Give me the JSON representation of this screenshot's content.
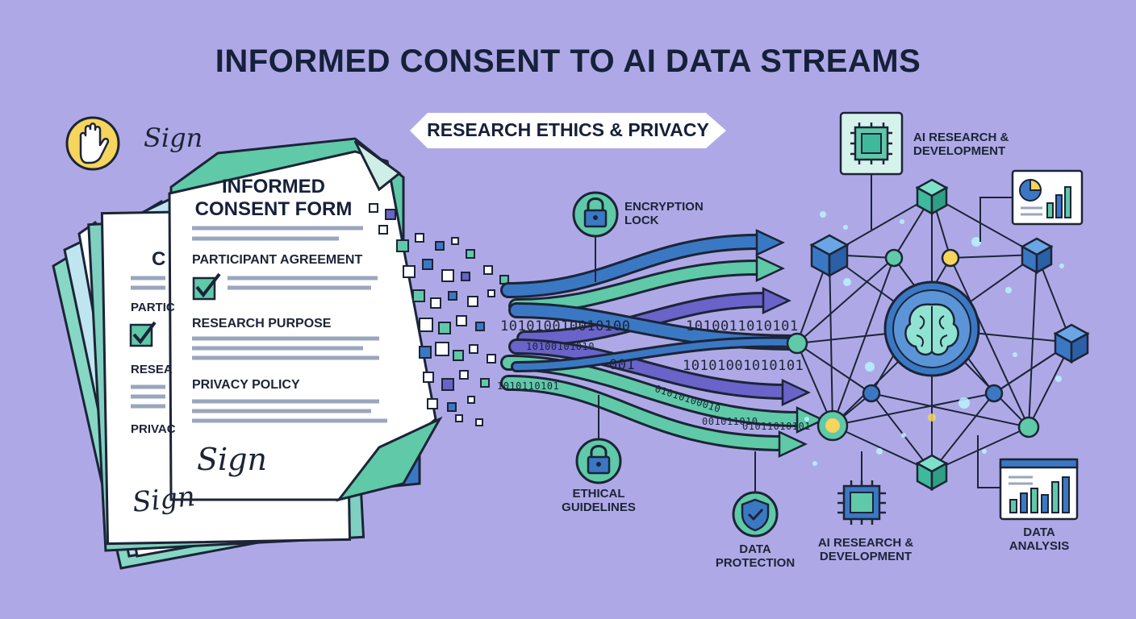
{
  "title": "INFORMED CONSENT TO AI DATA STREAMS",
  "subtitle": "RESEARCH ETHICS & PRIVACY",
  "form": {
    "title_line1": "INFORMED",
    "title_line2": "CONSENT FORM",
    "sections": [
      "PARTICIPANT AGREEMENT",
      "RESEARCH PURPOSE",
      "PRIVACY POLICY"
    ],
    "signature": "Sign"
  },
  "back_form": {
    "title_fragment": "C",
    "sections": [
      "PARTIC",
      "RESEA",
      "PRIVAC"
    ],
    "signature": "Sign"
  },
  "top_signature": "Sign",
  "binary": {
    "stream1": "1010100100101",
    "stream1b": "00",
    "stream2": "10100101010",
    "stream3": "1010110101",
    "stream4": "001",
    "stream5": "1010011010101",
    "stream6": "10101001010101",
    "stream7": "01010100010",
    "stream8": "001011010",
    "stream9": "01011010101"
  },
  "callouts": {
    "encryption": {
      "line1": "ENCRYPTION",
      "line2": "LOCK",
      "icon": "lock-icon"
    },
    "ethical": {
      "line1": "ETHICAL",
      "line2": "GUIDELINES",
      "icon": "lock-icon"
    },
    "protection": {
      "line1": "DATA",
      "line2": "PROTECTION",
      "icon": "shield-check-icon"
    },
    "ai_top": {
      "line1": "AI RESEARCH &",
      "line2": "DEVELOPMENT",
      "icon": "chip-icon"
    },
    "ai_bottom": {
      "line1": "AI RESEARCH &",
      "line2": "DEVELOPMENT",
      "icon": "chip-icon"
    },
    "analysis": {
      "line1": "DATA",
      "line2": "ANALYSIS",
      "icon": "bar-chart-icon"
    }
  },
  "colors": {
    "background": "#aea9e6",
    "teal": "#5fc9a8",
    "blue": "#3b78c4",
    "purple": "#6a63c9",
    "navy": "#1c2437",
    "yellow": "#f5d55b"
  }
}
